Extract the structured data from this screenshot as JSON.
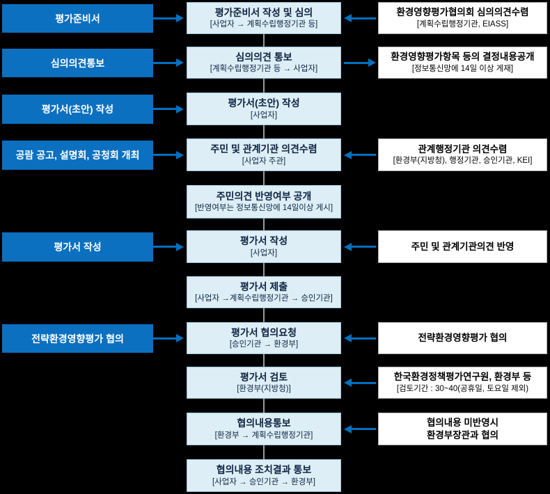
{
  "diagram_title": "전략환경영향평가 절차 흐름도",
  "palette": {
    "background": "#000000",
    "stage_box_fill": "#0b70c0",
    "stage_box_text": "#ffffff",
    "process_box_fill": "#ddeef6",
    "process_box_border": "#9cc3d7",
    "process_box_text": "#0c2340",
    "side_box_fill": "#ffffff",
    "side_box_border": "#aeaeae",
    "side_box_text": "#000000",
    "arrow_color": "#0070c0",
    "connector_color": "#9b9b9b"
  },
  "rows": [
    {
      "stage": "평가준비서",
      "process": {
        "title": "평가준비서 작성 및 심의",
        "detail": "[사업자 → 계획수립행정기관 등]"
      },
      "side": {
        "title": "환경영향평가협의회 심의의견수렴",
        "detail": "[계획수립행정기관, EIASS]"
      },
      "side_arrow": "left"
    },
    {
      "stage": "심의의견통보",
      "process": {
        "title": "심의의견 통보",
        "detail": "[계획수립행정기관 등 → 사업자]"
      },
      "side": {
        "title": "환경영향평가항목 등의 결정내용공개",
        "detail": "[정보통신망에 14일 이상 게재]"
      },
      "side_arrow": "right"
    },
    {
      "stage": "평가서(초안) 작성",
      "process": {
        "title": "평가서(초안) 작성",
        "detail": "[사업자]"
      }
    },
    {
      "stage": "공람 공고, 설명회, 공청회 개최",
      "process": {
        "title": "주민 및 관계기관 의견수렴",
        "detail": "[사업자 주관]"
      },
      "side": {
        "title": "관계행정기관 의견수렴",
        "detail": "[환경부(지방청), 행정기관, 승인기관, KEI]"
      },
      "side_arrow": "left"
    },
    {
      "process": {
        "title": "주민의견 반영여부 공개",
        "detail": "[반영여부는 정보통신망에 14일이상 게시]"
      }
    },
    {
      "stage": "평가서 작성",
      "process": {
        "title": "평가서 작성",
        "detail": "[사업자]"
      },
      "side": {
        "title": "주민 및 관계기관의견 반영"
      },
      "side_arrow": "left"
    },
    {
      "process": {
        "title": "평가서 제출",
        "detail": "[사업자 →계획수립행정기관 → 승인기관]"
      }
    },
    {
      "stage": "전략환경영향평가 협의",
      "process": {
        "title": "평가서 협의요청",
        "detail": "[승인기관 → 환경부]"
      },
      "side": {
        "title": "전략환경영향평가 협의"
      },
      "side_arrow": "left"
    },
    {
      "process": {
        "title": "평가서 검토",
        "detail": "[환경부(지방청)]"
      },
      "side": {
        "title": "한국환경정책평가연구원, 환경부 등",
        "detail": "[검토기간 : 30~40(공휴일, 토요일 제외)"
      },
      "side_arrow": "left"
    },
    {
      "process": {
        "title": "협의내용통보",
        "detail": "[환경부 → 계획수립행정기관]"
      },
      "side": {
        "title": "협의내용 미반영시",
        "title2": "환경부장관과 협의"
      },
      "side_arrow": "left"
    },
    {
      "process": {
        "title": "협의내용 조치결과 통보",
        "detail": "[사업자 → 승인기관 → 환경부]"
      }
    }
  ]
}
